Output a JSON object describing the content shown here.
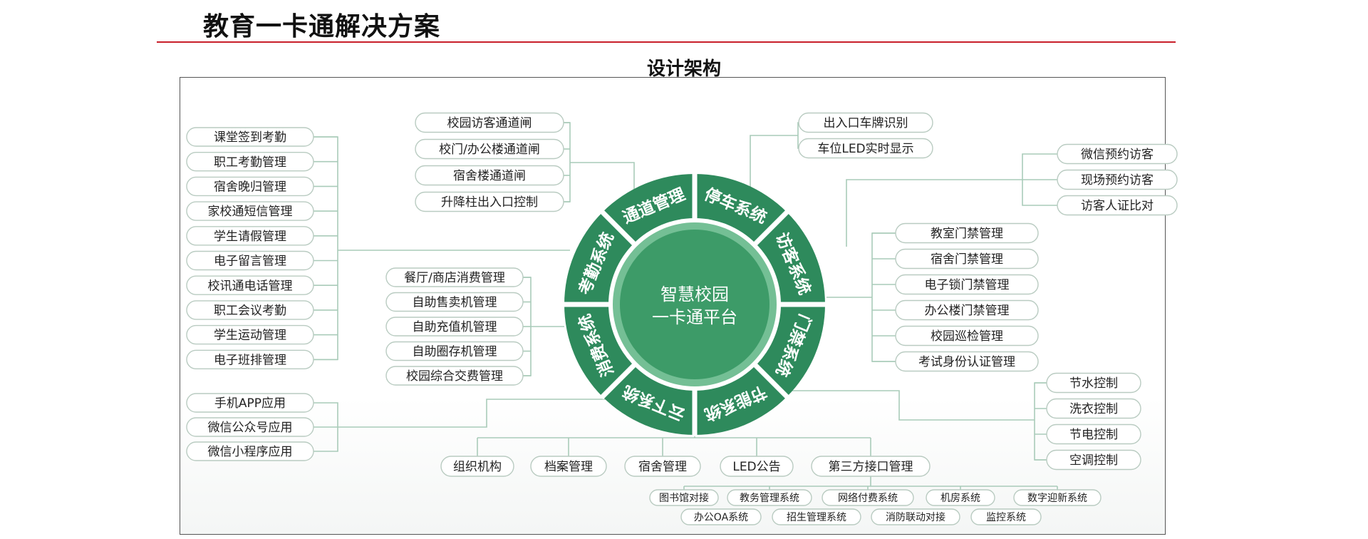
{
  "header": {
    "title": "教育一卡通解决方案",
    "subtitle": "设计架构"
  },
  "center": {
    "line1": "智慧校园",
    "line2": "一卡通平台"
  },
  "segments": [
    "通道管理",
    "停车系统",
    "访客系统",
    "门禁系统",
    "节能系统",
    "云下系统",
    "消费系统",
    "考勤系统"
  ],
  "attendance_items": [
    "课堂签到考勤",
    "职工考勤管理",
    "宿舍晚归管理",
    "家校通短信管理",
    "学生请假管理",
    "电子留言管理",
    "校讯通电话管理",
    "职工会议考勤",
    "学生运动管理",
    "电子班排管理"
  ],
  "channel_items": [
    "校园访客通道闸",
    "校门/办公楼通道闸",
    "宿舍楼通道闸",
    "升降柱出入口控制"
  ],
  "parking_items": [
    "出入口车牌识别",
    "车位LED实时显示"
  ],
  "visitor_items": [
    "微信预约访客",
    "现场预约访客",
    "访客人证比对"
  ],
  "access_items": [
    "教室门禁管理",
    "宿舍门禁管理",
    "电子锁门禁管理",
    "办公楼门禁管理",
    "校园巡检管理",
    "考试身份认证管理"
  ],
  "consume_items": [
    "餐厅/商店消费管理",
    "自助售卖机管理",
    "自助充值机管理",
    "自助圈存机管理",
    "校园综合交费管理"
  ],
  "app_items": [
    "手机APP应用",
    "微信公众号应用",
    "微信小程序应用"
  ],
  "energy_items": [
    "节水控制",
    "洗衣控制",
    "节电控制",
    "空调控制"
  ],
  "bottom_items": [
    "组织机构",
    "档案管理",
    "宿舍管理",
    "LED公告",
    "第三方接口管理"
  ],
  "third_party_row1": [
    "图书馆对接",
    "教务管理系统",
    "网络付费系统",
    "机房系统",
    "数字迎新系统"
  ],
  "third_party_row2": [
    "办公OA系统",
    "招生管理系统",
    "消防联动对接",
    "监控系统"
  ],
  "colors": {
    "ring_dark": "#2e8a5c",
    "ring_light": "#74bf95",
    "center": "#3d9b68",
    "line": "#a9cbb9",
    "pill_border": "#b9cbc1",
    "rule": "#c8202a"
  }
}
